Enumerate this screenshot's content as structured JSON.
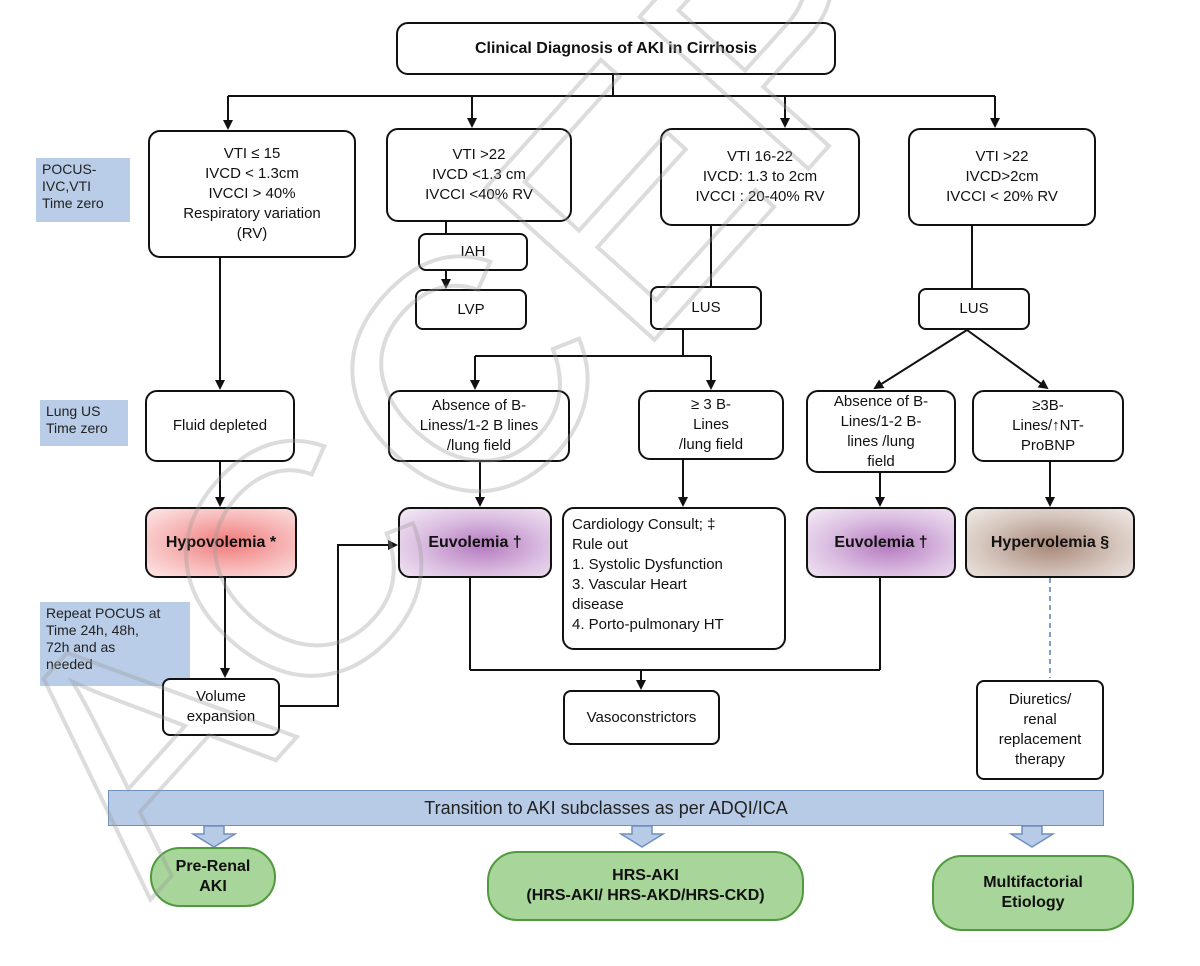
{
  "title": "Clinical Diagnosis of AKI in Cirrhosis",
  "side_labels": {
    "pocus": "POCUS-\nIVC,VTI\nTime zero",
    "lung_us": "Lung US\nTime zero",
    "repeat": "Repeat POCUS at\nTime 24h, 48h,\n72h and as\nneeded"
  },
  "criteria": {
    "c1": "VTI ≤ 15\nIVCD < 1.3cm\nIVCCI > 40%\nRespiratory variation\n(RV)",
    "c2": "VTI >22\nIVCD <1.3 cm\nIVCCI <40% RV",
    "c3": "VTI 16-22\nIVCD: 1.3 to 2cm\nIVCCI : 20-40% RV",
    "c4": "VTI >22\nIVCD>2cm\nIVCCI < 20% RV"
  },
  "steps": {
    "iah": "IAH",
    "lvp": "LVP",
    "lus1": "LUS",
    "lus2": "LUS"
  },
  "findings": {
    "fluid_depleted": "Fluid depleted",
    "absence1": "Absence of B-\nLiness/1-2 B lines\n/lung field",
    "ge3": "≥ 3 B-\nLines\n/lung field",
    "absence2": "Absence of B-\nLines/1-2 B-\nlines /lung\nfield",
    "ge3_nt": "≥3B-\nLines/↑NT-\nProBNP"
  },
  "volume_states": {
    "hypo": "Hypovolemia *",
    "euvo1": "Euvolemia †",
    "euvo2": "Euvolemia †",
    "hyper": "Hypervolemia §"
  },
  "cardiology": "Cardiology Consult; ‡\nRule out\n1.  Systolic Dysfunction\n3. Vascular Heart\ndisease\n4. Porto-pulmonary HT",
  "treatments": {
    "volume_expansion": "Volume\nexpansion",
    "vasoconstrictors": "Vasoconstrictors",
    "diuretics": "Diuretics/\nrenal\nreplacement\ntherapy"
  },
  "banner": "Transition to AKI subclasses as per ADQI/ICA",
  "outcomes": {
    "prerenal": "Pre-Renal\nAKI",
    "hrs": "HRS-AKI\n(HRS-AKI/ HRS-AKD/HRS-CKD)",
    "multifactorial": "Multifactorial\nEtiology"
  },
  "watermark": "ACCEPTED"
}
